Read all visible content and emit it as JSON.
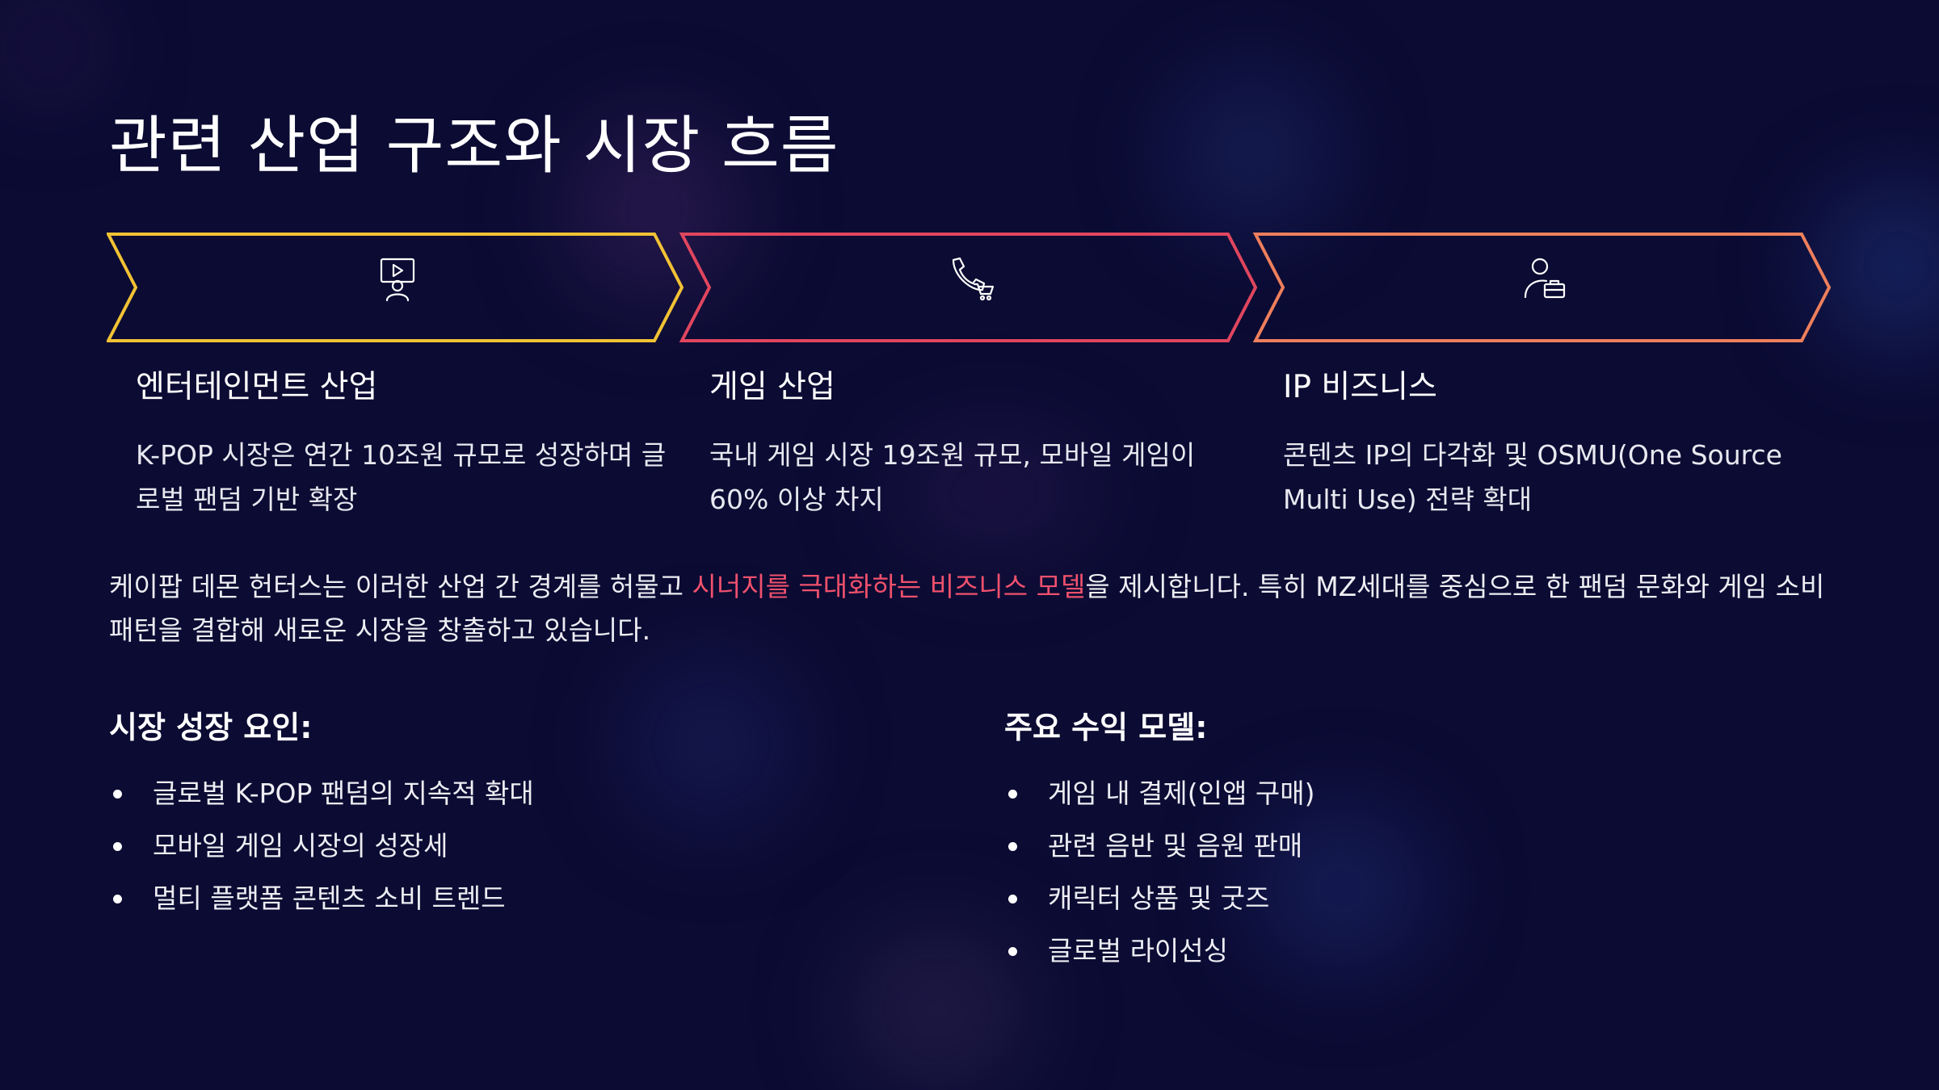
{
  "page": {
    "title": "관련 산업 구조와 시장 흐름"
  },
  "stages": [
    {
      "icon": "video-person-icon",
      "title": "엔터테인먼트 산업",
      "desc_line1": "K-POP 시장은 연간 10조원 규모로 성장하며 글",
      "desc_line2": "로벌 팬덤 기반 확장",
      "color": "#f2c234"
    },
    {
      "icon": "phone-cart-icon",
      "title": "게임 산업",
      "desc_line1": "국내 게임 시장 19조원 규모, 모바일 게임이",
      "desc_line2": "60% 이상 차지",
      "color": "#e0465e"
    },
    {
      "icon": "person-briefcase-icon",
      "title": "IP 비즈니스",
      "desc_line1": "콘텐츠 IP의 다각화 및 OSMU(One Source",
      "desc_line2": "Multi Use) 전략 확대",
      "color": "#ee7f5c"
    }
  ],
  "paragraph": {
    "before": "케이팝 데몬 헌터스는 이러한 산업 간 경계를 허물고 ",
    "highlight": "시너지를 극대화하는 비즈니스 모델",
    "after": "을 제시합니다. 특히 MZ세대를 중심으로 한 팬덤 문화와 게임 소비 패턴을 결합해 새로운 시장을 창출하고 있습니다.",
    "highlight_color": "#f0516d"
  },
  "growth": {
    "heading": "시장 성장 요인:",
    "items": [
      "글로벌 K-POP 팬덤의 지속적 확대",
      "모바일 게임 시장의 성장세",
      "멀티 플랫폼 콘텐츠 소비 트렌드"
    ]
  },
  "revenue": {
    "heading": "주요 수익 모델:",
    "items": [
      "게임 내 결제(인앱 구매)",
      "관련 음반 및 음원 판매",
      "캐릭터 상품 및 굿즈",
      "글로벌 라이선싱"
    ]
  },
  "colors": {
    "background": "#0b0b33",
    "text": "#ffffff"
  }
}
